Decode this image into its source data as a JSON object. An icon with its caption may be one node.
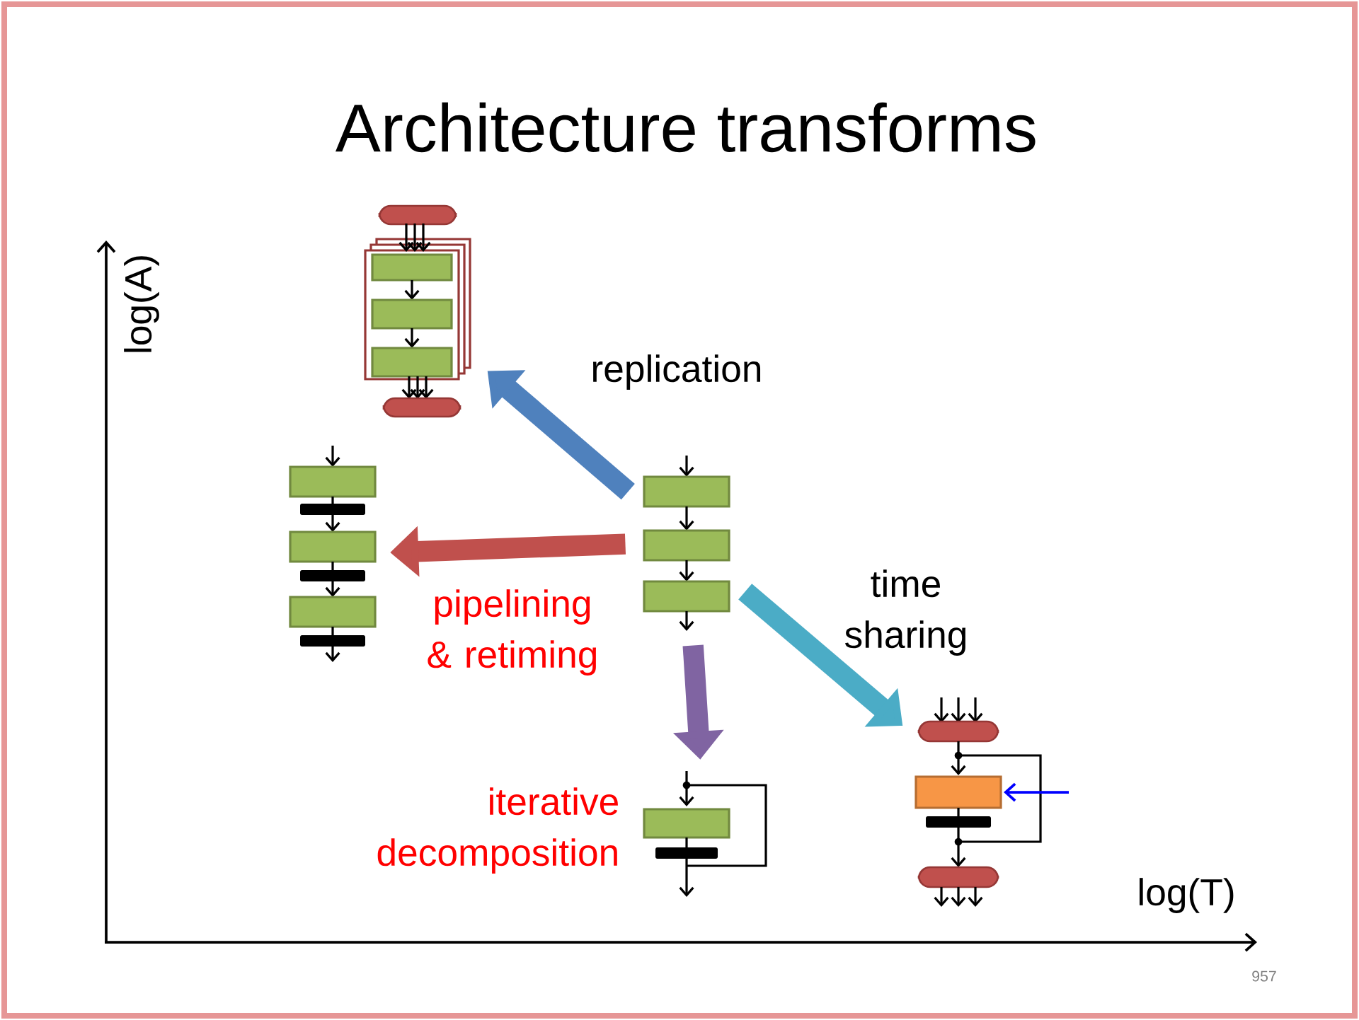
{
  "diagram": {
    "title": "Architecture transforms",
    "nodes": [
      {
        "text": [],
        "shape": "picture"
      },
      {
        "text": [],
        "shape": "picture"
      },
      {
        "text": [],
        "shape": "picture"
      },
      {
        "text": [],
        "shape": "picture"
      },
      {
        "text": [],
        "shape": "picture"
      }
    ],
    "edges": [
      {
        "from": 0,
        "to": 1,
        "arrow": "to",
        "label": "replication",
        "color": "#4f81bd"
      },
      {
        "from": 0,
        "to": 2,
        "arrow": "to",
        "label": "pipelining & retiming",
        "color": "#c0504d"
      },
      {
        "from": 0,
        "to": 3,
        "arrow": "to",
        "label": "iterative decomposition",
        "color": "#8064a2"
      },
      {
        "from": 0,
        "to": 4,
        "arrow": "to",
        "label": "time sharing",
        "color": "#4bacc6"
      }
    ],
    "labels": [
      "log(A)",
      "log(T)",
      "957"
    ]
  }
}
